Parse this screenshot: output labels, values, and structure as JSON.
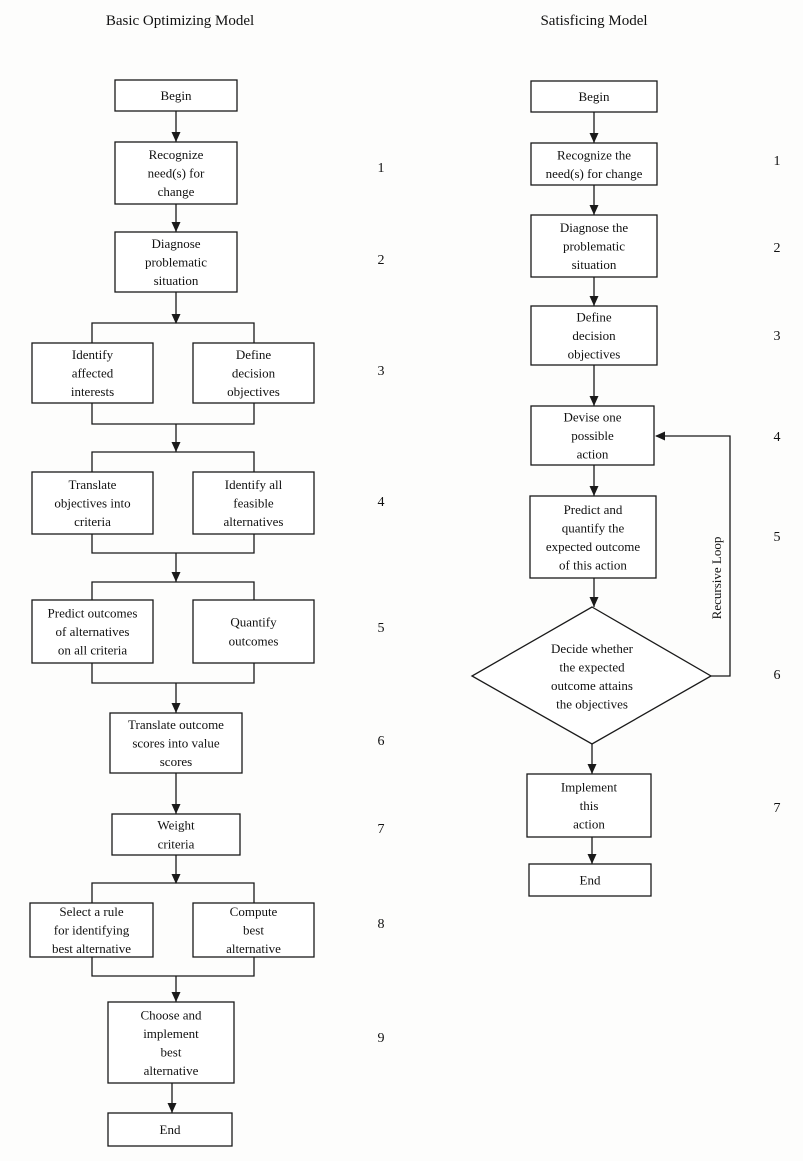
{
  "diagrams": [
    {
      "id": "optimizing",
      "title": "Basic Optimizing Model",
      "nodes": [
        {
          "id": "begin",
          "lines": [
            "Begin"
          ]
        },
        {
          "id": "recognize",
          "lines": [
            "Recognize",
            "need(s) for",
            "change"
          ]
        },
        {
          "id": "diagnose",
          "lines": [
            "Diagnose",
            "problematic",
            "situation"
          ]
        },
        {
          "id": "identify-interests",
          "lines": [
            "Identify",
            "affected",
            "interests"
          ]
        },
        {
          "id": "define-objectives",
          "lines": [
            "Define",
            "decision",
            "objectives"
          ]
        },
        {
          "id": "translate-objectives",
          "lines": [
            "Translate",
            "objectives into",
            "criteria"
          ]
        },
        {
          "id": "identify-alternatives",
          "lines": [
            "Identify all",
            "feasible",
            "alternatives"
          ]
        },
        {
          "id": "predict-outcomes",
          "lines": [
            "Predict outcomes",
            "of alternatives",
            "on all criteria"
          ]
        },
        {
          "id": "quantify-outcomes",
          "lines": [
            "Quantify",
            "outcomes"
          ]
        },
        {
          "id": "translate-scores",
          "lines": [
            "Translate outcome",
            "scores into value",
            "scores"
          ]
        },
        {
          "id": "weight-criteria",
          "lines": [
            "Weight",
            "criteria"
          ]
        },
        {
          "id": "select-rule",
          "lines": [
            "Select a rule",
            "for identifying",
            "best alternative"
          ]
        },
        {
          "id": "compute-best",
          "lines": [
            "Compute",
            "best",
            "alternative"
          ]
        },
        {
          "id": "choose-implement",
          "lines": [
            "Choose and",
            "implement",
            "best",
            "alternative"
          ]
        },
        {
          "id": "end",
          "lines": [
            "End"
          ]
        }
      ],
      "steps": [
        "1",
        "2",
        "3",
        "4",
        "5",
        "6",
        "7",
        "8",
        "9"
      ]
    },
    {
      "id": "satisficing",
      "title": "Satisficing Model",
      "nodes": [
        {
          "id": "begin",
          "lines": [
            "Begin"
          ]
        },
        {
          "id": "recognize",
          "lines": [
            "Recognize the",
            "need(s) for change"
          ]
        },
        {
          "id": "diagnose",
          "lines": [
            "Diagnose the",
            "problematic",
            "situation"
          ]
        },
        {
          "id": "define-objectives",
          "lines": [
            "Define",
            "decision",
            "objectives"
          ]
        },
        {
          "id": "devise-action",
          "lines": [
            "Devise one",
            "possible",
            "action"
          ]
        },
        {
          "id": "predict-quantify",
          "lines": [
            "Predict and",
            "quantify the",
            "expected outcome",
            "of this action"
          ]
        },
        {
          "id": "decide",
          "lines": [
            "Decide whether",
            "the expected",
            "outcome attains",
            "the objectives"
          ]
        },
        {
          "id": "implement",
          "lines": [
            "Implement",
            "this",
            "action"
          ]
        },
        {
          "id": "end",
          "lines": [
            "End"
          ]
        }
      ],
      "loop_label": "Recursive Loop",
      "steps": [
        "1",
        "2",
        "3",
        "4",
        "5",
        "6",
        "7"
      ]
    }
  ]
}
